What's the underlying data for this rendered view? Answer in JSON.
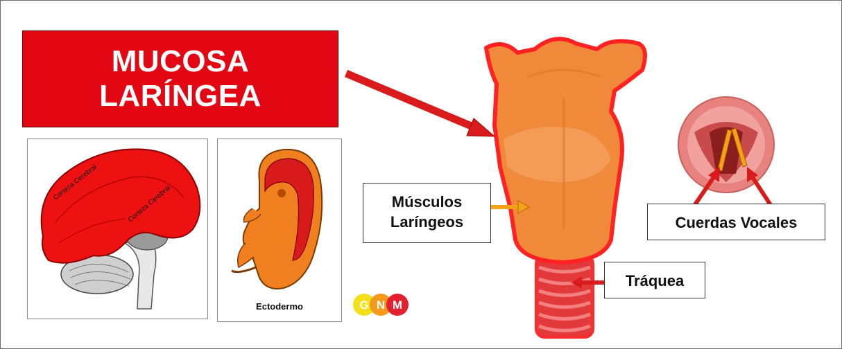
{
  "title": {
    "line1": "MUCOSA",
    "line2": "LARÍNGEA"
  },
  "brain": {
    "label_1": "Corteza Cerebral",
    "label_2": "Corteza Cerebral"
  },
  "embryo": {
    "label": "Ectodermo"
  },
  "labels": {
    "muscles_line1": "Músculos",
    "muscles_line2": "Laríngeos",
    "vocal_cords": "Cuerdas Vocales",
    "trachea": "Tráquea"
  },
  "logo": {
    "g": "G",
    "n": "N",
    "m": "M"
  },
  "colors": {
    "title_red": "#e30613",
    "brain_red": "#ee1111",
    "larynx_orange": "#f08a3a",
    "trachea_red": "#e23a3a",
    "arrow_red": "#d91b1b",
    "arrow_orange": "#f3a21a",
    "logo_yellow": "#f2e01a",
    "logo_orange": "#f29a1a",
    "logo_red": "#e5202e"
  }
}
